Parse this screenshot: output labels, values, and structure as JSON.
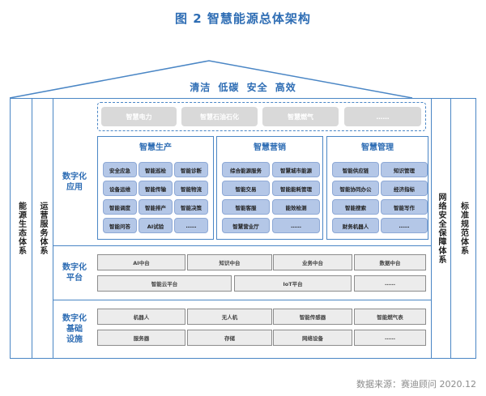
{
  "title": "图 2  智慧能源总体架构",
  "slogan": "清洁 低碳 安全 高效",
  "left_columns": [
    "能源生态体系",
    "运营服务体系"
  ],
  "right_columns": [
    "网络安全保障体系",
    "标准规范体系"
  ],
  "industries": [
    "智慧电力",
    "智慧石油石化",
    "智慧燃气",
    "……"
  ],
  "layers": {
    "application": {
      "label": "数字化\n应用",
      "groups": [
        {
          "title": "智慧生产",
          "items": [
            "安全应急",
            "智能巡检",
            "智能诊断",
            "设备运维",
            "智能传输",
            "智能物流",
            "智能调度",
            "智能排产",
            "智能决策",
            "智能问答",
            "AI试验",
            "……"
          ]
        },
        {
          "title": "智慧营销",
          "items": [
            "综合能源服务",
            "智慧城市能源",
            "智能交易",
            "智能能耗管理",
            "智能客服",
            "能效检测",
            "智慧营业厅",
            "……"
          ]
        },
        {
          "title": "智慧管理",
          "items": [
            "智能供应链",
            "知识管理",
            "智能协同办公",
            "经济指标",
            "智能搜索",
            "智能写作",
            "财务机器人",
            "……"
          ]
        }
      ]
    },
    "platform": {
      "label": "数字化\n平台",
      "row1": [
        "AI中台",
        "知识中台",
        "业务中台",
        "数据中台"
      ],
      "row2": [
        "智能云平台",
        "IoT平台",
        "……"
      ]
    },
    "infrastructure": {
      "label": "数字化\n基础\n设施",
      "row1": [
        "机器人",
        "无人机",
        "智能传感器",
        "智能燃气表"
      ],
      "row2": [
        "服务器",
        "存储",
        "网络设备",
        "……"
      ]
    }
  },
  "source": "数据来源：赛迪顾问  2020.12",
  "colors": {
    "accent": "#2e6db4",
    "border": "#4a86c5",
    "chip": "#b4c7e7",
    "industry": "#d9d9d9",
    "gray_box": "#ececec"
  }
}
